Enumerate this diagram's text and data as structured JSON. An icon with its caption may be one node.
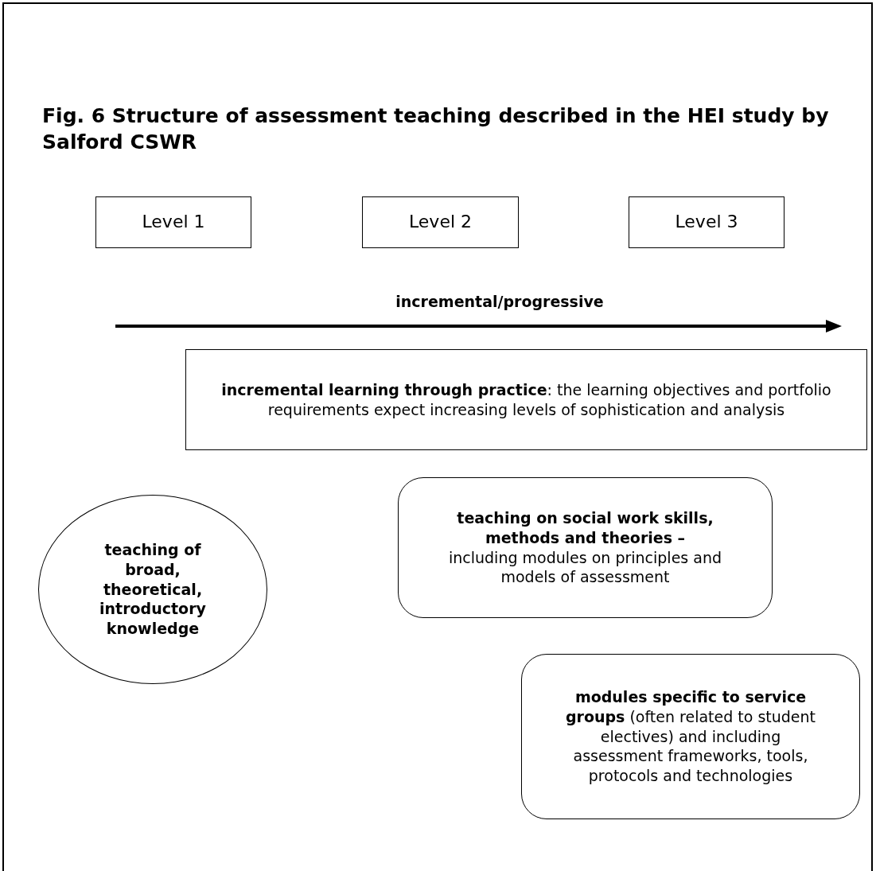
{
  "diagram": {
    "title": "Fig. 6 Structure of assessment teaching described in the HEI study by Salford CSWR",
    "nodes": [
      {
        "text": [
          "Level 1"
        ]
      },
      {
        "text": [
          "Level 2"
        ]
      },
      {
        "text": [
          "Level 3"
        ]
      },
      {
        "text": [
          "**incremental learning through practice**: the learning objectives and portfolio requirements expect increasing levels of sophistication and analysis"
        ]
      },
      {
        "text": [
          "teaching of broad, theoretical, introductory knowledge"
        ]
      },
      {
        "text": [
          "teaching on social work skills, methods and theories –",
          "including modules on principles and models of assessment"
        ]
      },
      {
        "text": [
          "**modules specific to service groups** (often related to student electives) and including assessment frameworks, tools, protocols and technologies"
        ]
      }
    ],
    "labels": [
      "incremental/progressive"
    ]
  }
}
